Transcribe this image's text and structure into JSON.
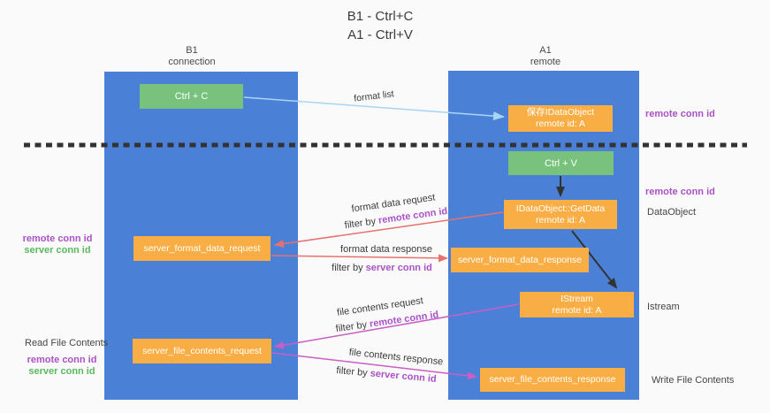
{
  "title": {
    "line1": "B1 - Ctrl+C",
    "line2": "A1 - Ctrl+V"
  },
  "lanes": {
    "left": {
      "name": "B1",
      "subtitle": "connection"
    },
    "right": {
      "name": "A1",
      "subtitle": "remote"
    }
  },
  "nodes": {
    "ctrl_c": {
      "label": "Ctrl + C"
    },
    "save_idataobject": {
      "line1": "保存IDataObject",
      "line2": "remote id: A"
    },
    "ctrl_v": {
      "label": "Ctrl + V"
    },
    "getdata": {
      "line1": "IDataObject::GetData",
      "line2": "remote id: A"
    },
    "format_request": {
      "label": "server_format_data_request"
    },
    "format_response": {
      "label": "server_format_data_response"
    },
    "istream": {
      "line1": "IStream",
      "line2": "remote id: A"
    },
    "file_request": {
      "label": "server_file_contents_request"
    },
    "file_response": {
      "label": "server_file_contents_response"
    }
  },
  "edge_labels": {
    "format_list": "format list",
    "format_data_request": "format data request",
    "format_data_response": "format data response",
    "file_contents_request": "file contents request",
    "file_contents_response": "file contents response",
    "filter_by": "filter by ",
    "remote_conn_id": "remote conn id",
    "server_conn_id": "server conn id"
  },
  "margin_labels": {
    "remote_conn_id": "remote conn id",
    "server_conn_id": "server conn id",
    "dataobject": "DataObject",
    "istream": "Istream",
    "read_file_contents": "Read File Contents",
    "write_file_contents": "Write File Contents"
  },
  "colors": {
    "bg": "#fafafa",
    "lane_blue": "#4a81d6",
    "box_orange": "#f9ae45",
    "box_green": "#79c27d",
    "purple": "#ab51c8",
    "label_green": "#5cb85f",
    "arrow_blue": "#a9d5f5",
    "arrow_black": "#333333",
    "arrow_red": "#e7716f",
    "arrow_magenta": "#ca5ec6"
  }
}
